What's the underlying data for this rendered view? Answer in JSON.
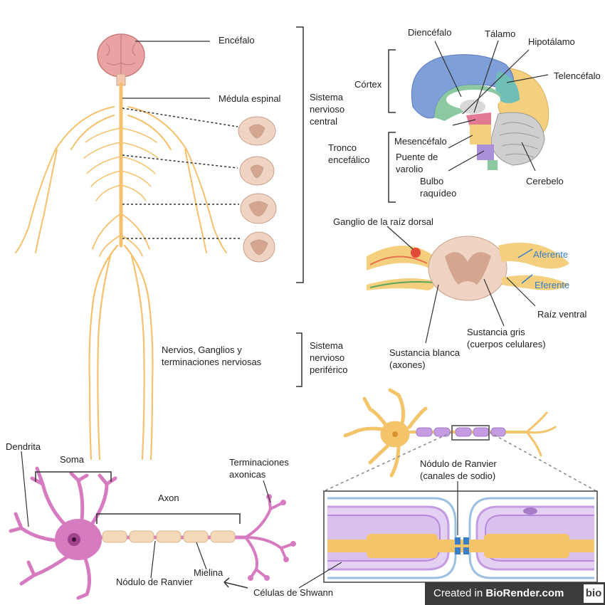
{
  "labels": {
    "encefalo": "Encéfalo",
    "medula": "Médula espinal",
    "snc": [
      "Sistema",
      "nervioso",
      "central"
    ],
    "diencefalo": "Diencéfalo",
    "talamo": "Tálamo",
    "hipotalamo": "Hipotálamo",
    "cortex": "Córtex",
    "telencefalo": "Telencéfalo",
    "tronco": [
      "Tronco",
      "encefálico"
    ],
    "mesencefalo": "Mesencéfalo",
    "puente": [
      "Puente de",
      "varolio"
    ],
    "bulbo": [
      "Bulbo",
      "raquídeo"
    ],
    "cerebelo": "Cerebelo",
    "ganglio": "Ganglio de la raíz dorsal",
    "aferente": "Aferente",
    "eferente": "Eferente",
    "raiz_ventral": "Raíz ventral",
    "sustancia_gris": [
      "Sustancia gris",
      "(cuerpos celulares)"
    ],
    "sustancia_blanca": [
      "Sustancia blanca",
      "(axones)"
    ],
    "nervios": [
      "Nervios, Ganglios y",
      "terminaciones nerviosas"
    ],
    "snp": [
      "Sistema",
      "nervioso",
      "periférico"
    ],
    "dendrita": "Dendrita",
    "soma": "Soma",
    "axon": "Axon",
    "terminaciones": [
      "Terminaciones",
      "axonicas"
    ],
    "nodulo_ranvier_canales": [
      "Nódulo de Ranvier",
      "(canales de sodio)"
    ],
    "mielina": "Mielina",
    "nodulo_ranvier": "Nódulo de Ranvier",
    "schwann": "Células de Shwann"
  },
  "watermark": {
    "prefix": "Created in ",
    "brand": "BioRender.com",
    "logo": "bio"
  },
  "colors": {
    "nerve": "#f5c16c",
    "brain_pink": "#e9a3a3",
    "cortex_blue": "#7f9fd8",
    "diencephalon_green": "#8cc9a0",
    "telencephalon_teal": "#6fbfb8",
    "frontal_yellow": "#f3cf7e",
    "neuron_magenta": "#d77bc0",
    "myelin_purple": "#c59be2",
    "spinal_tan": "#e7c6b3",
    "accent_blue": "#3a7ec7"
  }
}
